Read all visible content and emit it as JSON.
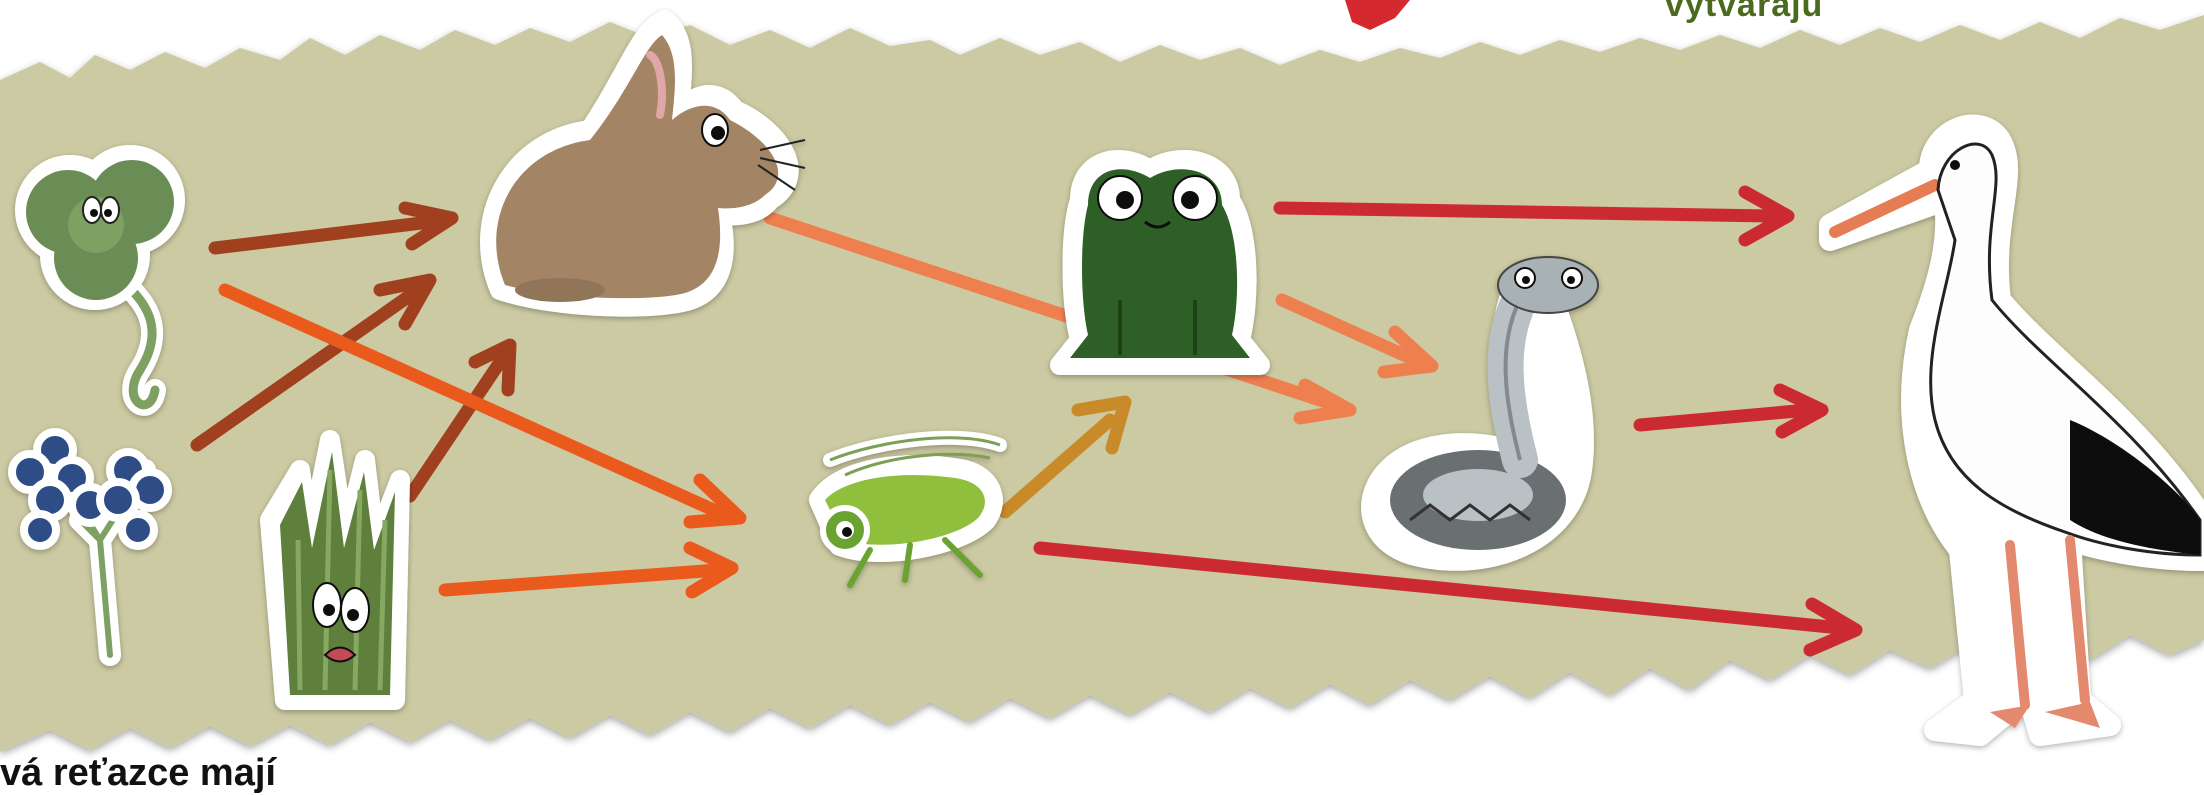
{
  "labels": {
    "top_text": "vytvárajú",
    "bottom_text": "vá reťazce mají"
  },
  "colors": {
    "background_strip": "#cccaa2",
    "arrow_dark": "#a0401f",
    "arrow_orange": "#ea5a1c",
    "arrow_salmon": "#ee8050",
    "arrow_ochre": "#c98a2a",
    "arrow_red": "#cc2a33",
    "top_text": "#4b6a1e"
  },
  "organisms": [
    "clover",
    "blueberries",
    "grass",
    "rabbit",
    "grasshopper",
    "frog",
    "snake",
    "stork"
  ],
  "arrows": [
    {
      "from": "clover",
      "to": "rabbit",
      "color": "arrow_dark"
    },
    {
      "from": "blueberries",
      "to": "rabbit",
      "color": "arrow_dark"
    },
    {
      "from": "grass",
      "to": "rabbit",
      "color": "arrow_dark"
    },
    {
      "from": "clover",
      "to": "grasshopper",
      "color": "arrow_orange"
    },
    {
      "from": "grass",
      "to": "grasshopper",
      "color": "arrow_orange"
    },
    {
      "from": "rabbit",
      "to": "snake",
      "color": "arrow_salmon"
    },
    {
      "from": "frog",
      "to": "snake",
      "color": "arrow_salmon"
    },
    {
      "from": "grasshopper",
      "to": "frog",
      "color": "arrow_ochre"
    },
    {
      "from": "frog",
      "to": "stork",
      "color": "arrow_red"
    },
    {
      "from": "snake",
      "to": "stork",
      "color": "arrow_red"
    },
    {
      "from": "grasshopper",
      "to": "stork",
      "color": "arrow_red"
    }
  ]
}
